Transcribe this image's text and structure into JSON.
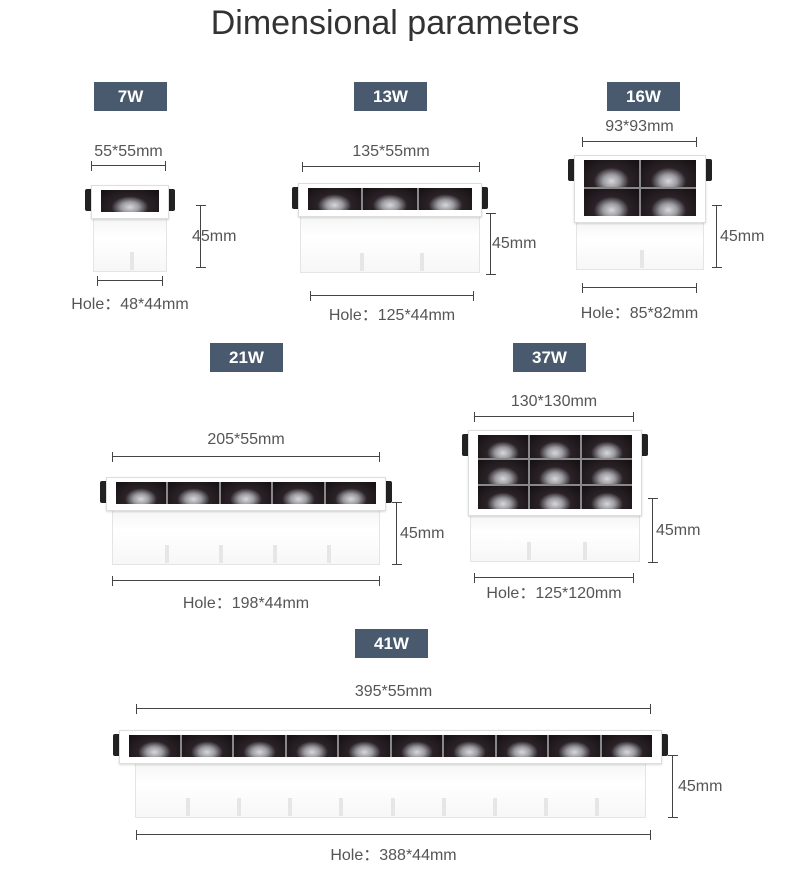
{
  "title": "Dimensional parameters",
  "colors": {
    "badge": "#4a5a6e"
  },
  "products": [
    {
      "power": "7W",
      "size": "55*55mm",
      "height": "45mm",
      "hole": "Hole：48*44mm",
      "cols": 1,
      "rows": 1
    },
    {
      "power": "13W",
      "size": "135*55mm",
      "height": "45mm",
      "hole": "Hole：125*44mm",
      "cols": 3,
      "rows": 1
    },
    {
      "power": "16W",
      "size": "93*93mm",
      "height": "45mm",
      "hole": "Hole：85*82mm",
      "cols": 2,
      "rows": 2
    },
    {
      "power": "21W",
      "size": "205*55mm",
      "height": "45mm",
      "hole": "Hole：198*44mm",
      "cols": 5,
      "rows": 1
    },
    {
      "power": "37W",
      "size": "130*130mm",
      "height": "45mm",
      "hole": "Hole：125*120mm",
      "cols": 3,
      "rows": 3
    },
    {
      "power": "41W",
      "size": "395*55mm",
      "height": "45mm",
      "hole": "Hole：388*44mm",
      "cols": 10,
      "rows": 1
    }
  ]
}
